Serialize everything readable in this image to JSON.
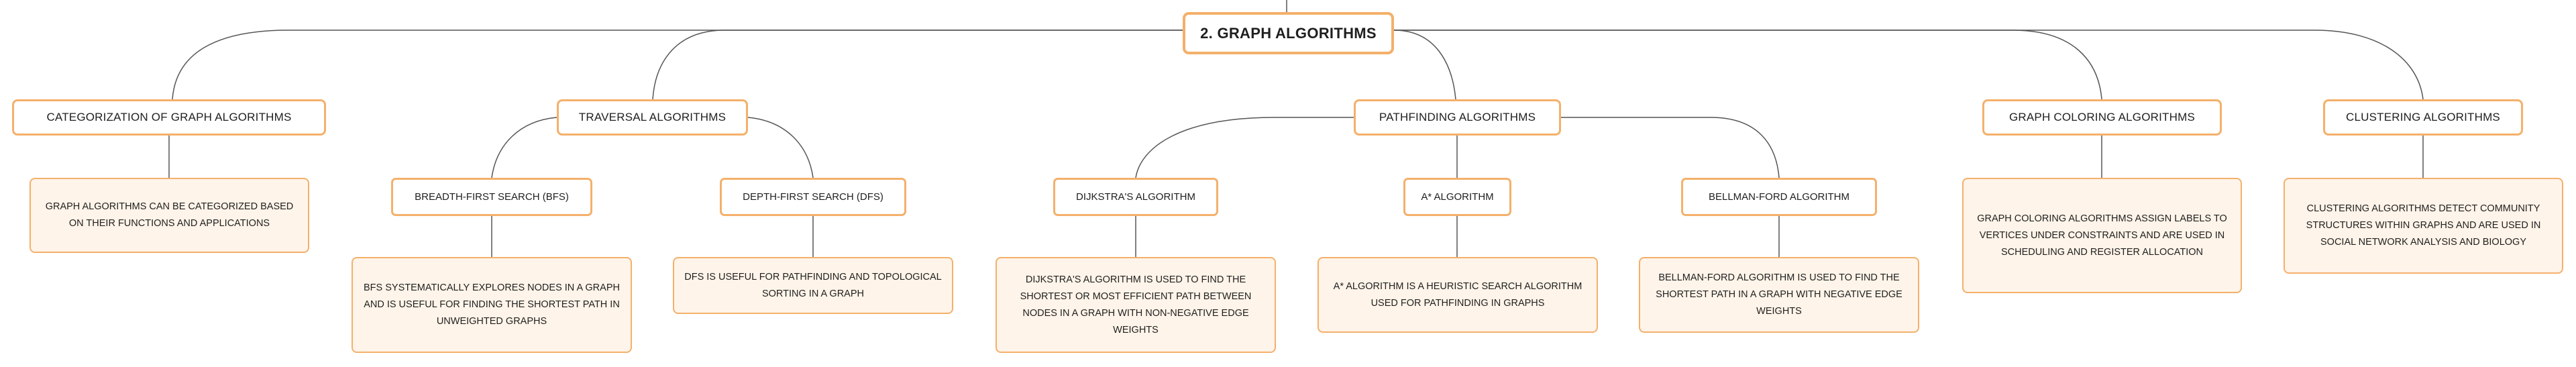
{
  "root": {
    "label": "2. GRAPH ALGORITHMS"
  },
  "categories": [
    {
      "label": "CATEGORIZATION OF GRAPH ALGORITHMS",
      "description": "GRAPH ALGORITHMS CAN BE CATEGORIZED BASED ON THEIR FUNCTIONS AND APPLICATIONS"
    },
    {
      "label": "TRAVERSAL ALGORITHMS",
      "children": [
        {
          "label": "BREADTH-FIRST SEARCH (BFS)",
          "description": "BFS SYSTEMATICALLY EXPLORES NODES IN A GRAPH AND IS USEFUL FOR FINDING THE SHORTEST PATH IN UNWEIGHTED GRAPHS"
        },
        {
          "label": "DEPTH-FIRST SEARCH (DFS)",
          "description": "DFS IS USEFUL FOR PATHFINDING AND TOPOLOGICAL SORTING IN A GRAPH"
        }
      ]
    },
    {
      "label": "PATHFINDING ALGORITHMS",
      "children": [
        {
          "label": "DIJKSTRA'S ALGORITHM",
          "description": "DIJKSTRA'S ALGORITHM IS USED TO FIND THE SHORTEST OR MOST EFFICIENT PATH BETWEEN NODES IN A GRAPH WITH NON-NEGATIVE EDGE WEIGHTS"
        },
        {
          "label": "A* ALGORITHM",
          "description": "A* ALGORITHM IS A HEURISTIC SEARCH ALGORITHM USED FOR PATHFINDING IN GRAPHS"
        },
        {
          "label": "BELLMAN-FORD ALGORITHM",
          "description": "BELLMAN-FORD ALGORITHM IS USED TO FIND THE SHORTEST PATH IN A GRAPH WITH NEGATIVE EDGE WEIGHTS"
        }
      ]
    },
    {
      "label": "GRAPH COLORING ALGORITHMS",
      "description": "GRAPH COLORING ALGORITHMS ASSIGN LABELS TO VERTICES UNDER CONSTRAINTS AND ARE USED IN SCHEDULING AND REGISTER ALLOCATION"
    },
    {
      "label": "CLUSTERING ALGORITHMS",
      "description": "CLUSTERING ALGORITHMS DETECT COMMUNITY STRUCTURES WITHIN GRAPHS AND ARE USED IN SOCIAL NETWORK ANALYSIS AND BIOLOGY"
    }
  ],
  "colors": {
    "border": "#f4b06b",
    "leaf_fill": "#fff4e9",
    "connector": "#555555"
  }
}
